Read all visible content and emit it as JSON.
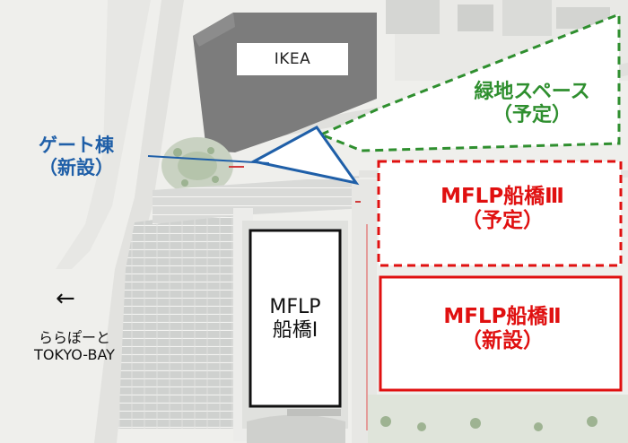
{
  "map": {
    "ikea_label": "IKEA",
    "green_space": {
      "line1": "緑地スペース",
      "line2": "（予定）"
    },
    "gate": {
      "line1": "ゲート棟",
      "line2": "（新設）"
    },
    "mflp3": {
      "line1": "MFLP船橋Ⅲ",
      "line2": "（予定）"
    },
    "mflp2": {
      "line1": "MFLP船橋Ⅱ",
      "line2": "（新設）"
    },
    "mflp1": {
      "line1": "MFLP",
      "line2": "船橋Ⅰ"
    },
    "lalaport": {
      "arrow": "←",
      "line1": "ららぽーと",
      "line2": "TOKYO-BAY"
    }
  },
  "colors": {
    "green_outline": "#2f8f2f",
    "blue_outline": "#1f5fa8",
    "red_outline": "#e01010",
    "building_black": "#111111",
    "ikea_building": "#7c7c7c"
  }
}
